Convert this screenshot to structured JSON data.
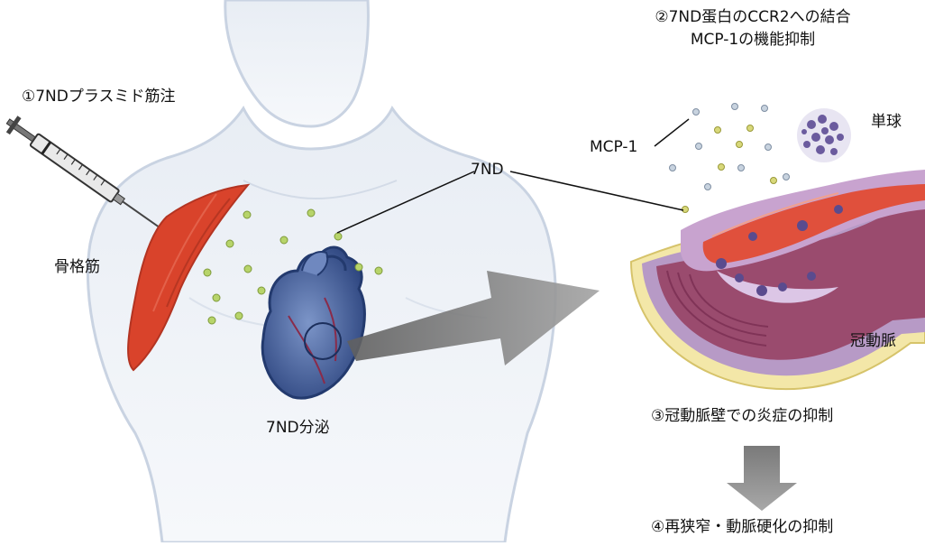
{
  "labels": {
    "step1": "①7NDプラスミド筋注",
    "step2_line1": "②7ND蛋白のCCR2への結合",
    "step2_line2": "MCP-1の機能抑制",
    "step3": "③冠動脈壁での炎症の抑制",
    "step4": "④再狭窄・動脈硬化の抑制",
    "skeletal_muscle": "骨格筋",
    "nd7_pointer": "7ND",
    "nd7_secretion": "7ND分泌",
    "mcp1": "MCP-1",
    "monocyte": "単球",
    "coronary_artery": "冠動脈"
  },
  "colors": {
    "muscle": "#d9432b",
    "heart": "#3f5e9c",
    "particle": "#b7d46a",
    "monocyte": "#6b5b9e",
    "vessel_wall": "#9a4b6e",
    "arrow": "#8b8b8b"
  }
}
